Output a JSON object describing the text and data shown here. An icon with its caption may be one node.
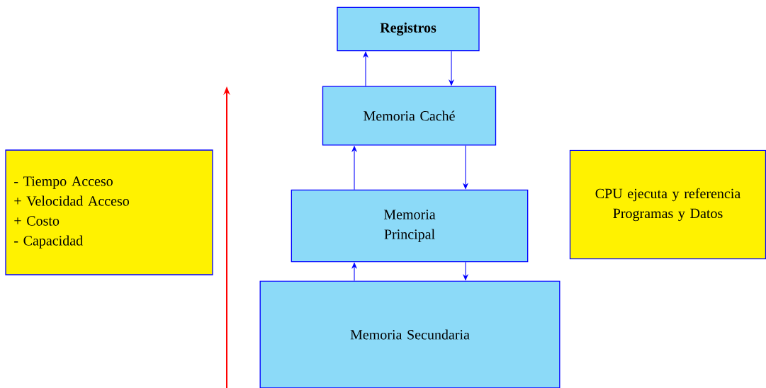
{
  "diagram": {
    "nodes": [
      {
        "text": [
          "**Registros**"
        ]
      },
      {
        "text": [
          "Memoria Caché"
        ]
      },
      {
        "text": [
          "Memoria Principal"
        ]
      },
      {
        "text": [
          "Memoria Secundaria"
        ]
      },
      {
        "text": [
          "- Tiempo Acceso",
          "+ Velocidad Acceso",
          "+ Costo",
          "- Capacidad"
        ]
      },
      {
        "text": [
          "CPU ejecuta y referencia Programas y Datos"
        ]
      }
    ],
    "edges": [
      {
        "from": 1,
        "to": 0,
        "arrow": "to"
      },
      {
        "from": 0,
        "to": 1,
        "arrow": "to"
      },
      {
        "from": 1,
        "to": 2,
        "arrow": "to"
      },
      {
        "from": 2,
        "to": 1,
        "arrow": "to"
      },
      {
        "from": 2,
        "to": 3,
        "arrow": "to"
      },
      {
        "from": 3,
        "to": 2,
        "arrow": "to"
      }
    ]
  }
}
